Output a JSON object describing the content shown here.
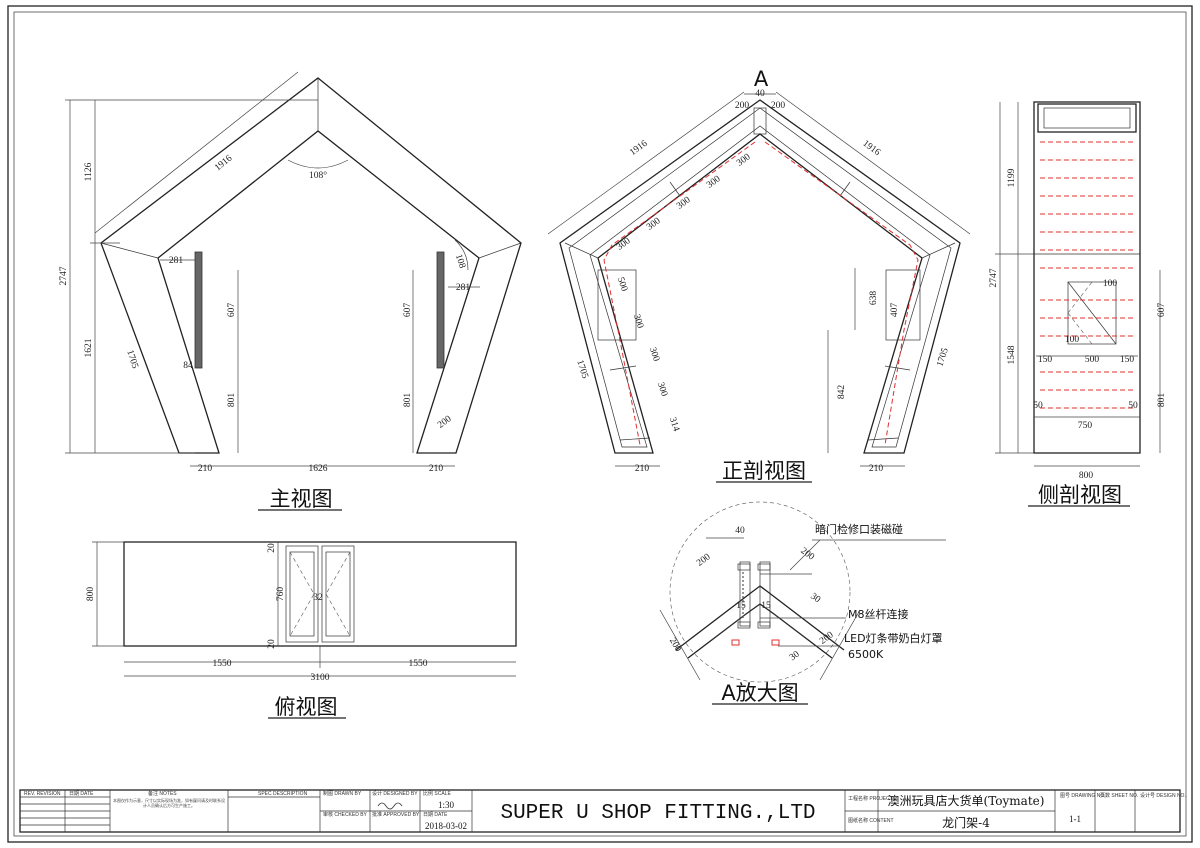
{
  "views": {
    "front": "主视图",
    "section": "正剖视图",
    "side": "侧剖视图",
    "top": "俯视图",
    "detail": "A放大图"
  },
  "section_mark": "A",
  "front_dims": {
    "arm": "1916",
    "angle": "108°",
    "total_h": "2747",
    "upper_h": "1126",
    "lower_h": "1621",
    "slant": "1705",
    "bar_off": "281",
    "bar_h": "607",
    "base_h": "801",
    "w_small": "84",
    "w_rt": "108",
    "w_cut": "200",
    "foot": "210",
    "inner": "1626"
  },
  "section_dims": {
    "arm": "1916",
    "top_a": "200",
    "top_b": "40",
    "seg": "300",
    "slant": "1705",
    "d638": "638",
    "d407": "407",
    "d842": "842",
    "d314": "314",
    "d500": "500",
    "foot": "210"
  },
  "side_dims": {
    "total": "2747",
    "upper": "1199",
    "lower": "1548",
    "box": "100",
    "gap": "150",
    "w500": "500",
    "h607": "607",
    "h801": "801",
    "edge": "50",
    "w750": "750",
    "w800": "800"
  },
  "top_dims": {
    "h": "800",
    "half": "1550",
    "total": "3100",
    "m20": "20",
    "m760": "760",
    "m32": "32"
  },
  "detail": {
    "d40": "40",
    "d200": "200",
    "d30": "30",
    "d15": "15",
    "note1": "暗门检修口装磁碰",
    "note2": "M8丝杆连接",
    "note3": "LED灯条带奶白灯罩",
    "note4": "6500K"
  },
  "title_block": {
    "rev": "REV. REVISION",
    "date_h": "日期 DATE",
    "notes_h": "备注 NOTES",
    "notes": "本图仅作为示意，尺寸以实际现场为准，如有疑问请及时联系设计人员确认后方可生产施工。",
    "spec": "SPEC DESCRIPTION",
    "drawn": "制图 DRAWN BY",
    "checked": "审核 CHECKED BY",
    "designed": "设计 DESIGNED BY",
    "approved": "批准 APPROVED BY",
    "scale_h": "比例 SCALE",
    "scale": "1:30",
    "date_h2": "日期 DATE",
    "date": "2018-03-02",
    "company": "SUPER U SHOP FITTING.,LTD",
    "proj_h": "工程名称 PROJECT",
    "project": "澳洲玩具店大货单(Toymate)",
    "content_h": "图纸名称 CONTENT",
    "content": "龙门架-4",
    "dwg_h": "图号 DRAWING NO.",
    "dwg_no": "1-1",
    "sheet_h": "页数 SHEET NO.",
    "design_h": "设计号 DESIGN NO."
  }
}
